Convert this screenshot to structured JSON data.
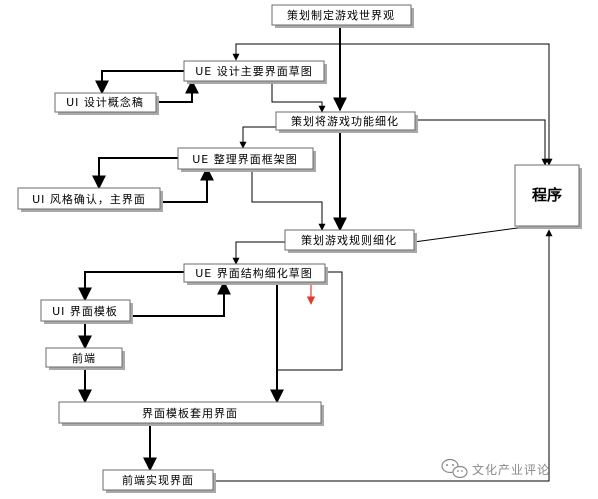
{
  "boxes": {
    "worldview": "策划制定游戏世界观",
    "ue_main_draft": "UE 设计主要界面草图",
    "ui_concept": "UI 设计概念稿",
    "function_refine": "策划将游戏功能细化",
    "ue_framework": "UE 整理界面框架图",
    "ui_style": "UI 风格确认，主界面",
    "rules_refine": "策划游戏规则细化",
    "ue_structure": "UE 界面结构细化草图",
    "ui_template": "UI 界面模板",
    "frontend": "前端",
    "apply_template": "界面模板套用界面",
    "frontend_implement": "前端实现界面",
    "program": "程序"
  },
  "watermark": {
    "text": "文化产业评论",
    "icon": "wechat-icon"
  },
  "colors": {
    "line": "#000000",
    "box_border": "#6b6b6b",
    "shadow": "#a9a9a9",
    "red_arrow": "#e23a2e",
    "watermark": "#8a8a8a"
  }
}
